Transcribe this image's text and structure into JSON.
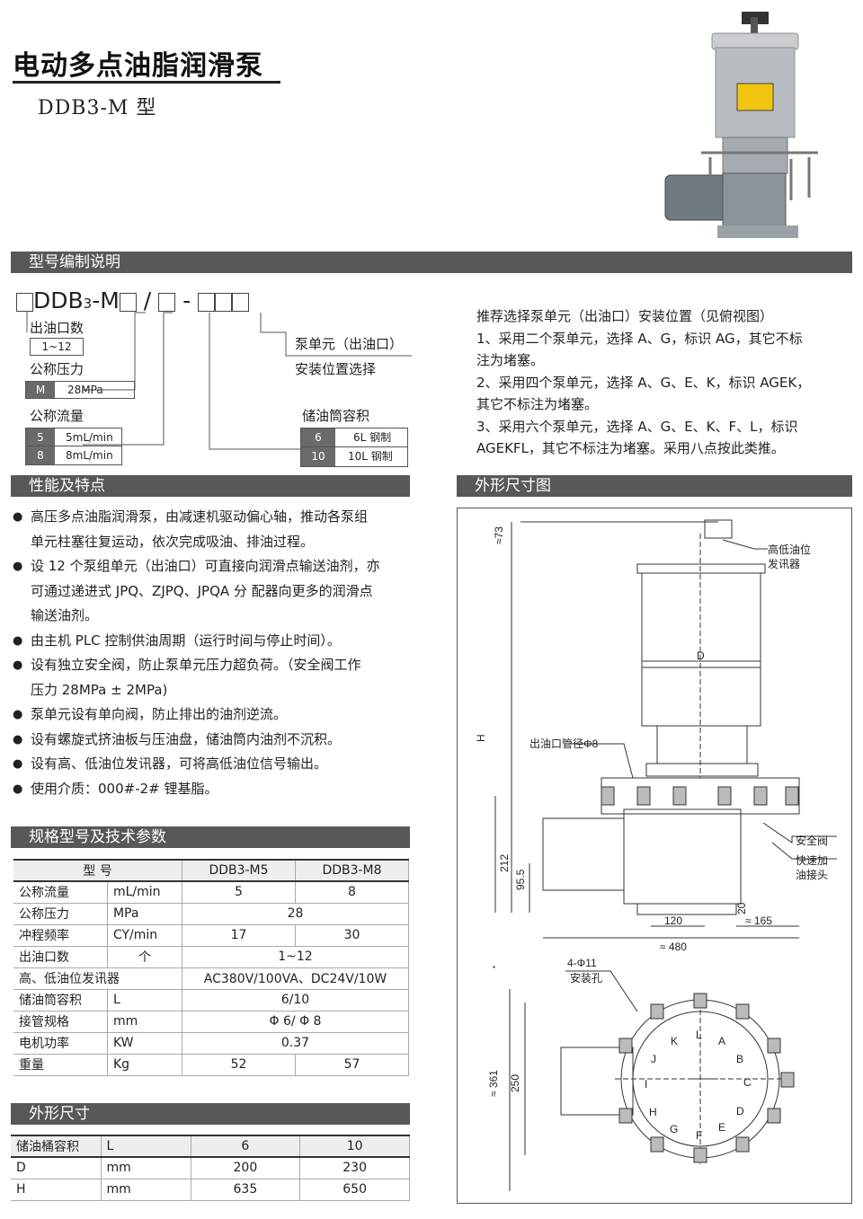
{
  "header": {
    "title": "电动多点油脂润滑泵",
    "model": "DDB3-M 型"
  },
  "sections": {
    "model_coding": "型号编制说明",
    "features": "性能及特点",
    "dimension_drawing": "外形尺寸图",
    "spec_table": "规格型号及技术参数",
    "outline": "外形尺寸"
  },
  "coding": {
    "code_prefix": "DDB",
    "code_sub": "3",
    "code_m": "-M",
    "slash": "/",
    "dash": "-",
    "outlets_label": "出油口数",
    "outlets_value": "1~12",
    "pressure_label": "公称压力",
    "pressure_code": "M",
    "pressure_value": "28MPa",
    "flow_label": "公称流量",
    "flow_rows": [
      {
        "code": "5",
        "value": "5mL/min"
      },
      {
        "code": "8",
        "value": "8mL/min"
      }
    ],
    "unit_label": "泵单元（出油口）",
    "position_label": "安装位置选择",
    "reservoir_label": "储油筒容积",
    "reservoir_rows": [
      {
        "code": "6",
        "value": "6L 钢制"
      },
      {
        "code": "10",
        "value": "10L 钢制"
      }
    ]
  },
  "recommend": {
    "heading": "推荐选择泵单元（出油口）安装位置（见俯视图）",
    "lines": [
      "1、采用二个泵单元，选择 A、G，标识 AG，其它不标",
      "注为堵塞。",
      "2、采用四个泵单元，选择 A、G、E、K，标识 AGEK，",
      "其它不标注为堵塞。",
      "3、采用六个泵单元，选择 A、G、E、K、F、L，标识",
      "AGEKFL，其它不标注为堵塞。采用八点按此类推。"
    ]
  },
  "features": [
    [
      "高压多点油脂润滑泵，由减速机驱动偏心轴，推动各泵组",
      "单元柱塞往复运动，依次完成吸油、排油过程。"
    ],
    [
      "设 12 个泵组单元（出油口）可直接向润滑点输送油剂，亦",
      "可通过递进式 JPQ、ZJPQ、JPQA 分 配器向更多的润滑点",
      "输送油剂。"
    ],
    [
      "由主机 PLC 控制供油周期（运行时间与停止时间）。"
    ],
    [
      "设有独立安全阀，防止泵单元压力超负荷。（安全阀工作",
      "压力 28MPa ± 2MPa)"
    ],
    [
      "泵单元设有单向阀，防止排出的油剂逆流。"
    ],
    [
      "设有螺旋式挤油板与压油盘，储油筒内油剂不沉积。"
    ],
    [
      "设有高、低油位发讯器，可将高低油位信号输出。"
    ],
    [
      "使用介质：000#-2# 锂基脂。"
    ]
  ],
  "spec": {
    "headers": [
      "型  号",
      "DDB3-M5",
      "DDB3-M8"
    ],
    "rows": [
      {
        "name": "公称流量",
        "unit": "mL/min",
        "v1": "5",
        "v2": "8"
      },
      {
        "name": "公称压力",
        "unit": "MPa",
        "span": "28"
      },
      {
        "name": "冲程频率",
        "unit": "CY/min",
        "v1": "17",
        "v2": "30"
      },
      {
        "name": "出油口数",
        "unit": "个",
        "span": "1~12"
      },
      {
        "name": "高、低油位发讯器",
        "unit": "",
        "span": "AC380V/100VA、DC24V/10W"
      },
      {
        "name": "储油筒容积",
        "unit": "L",
        "span": "6/10"
      },
      {
        "name": "接管规格",
        "unit": "mm",
        "span": "Φ 6/ Φ 8"
      },
      {
        "name": "电机功率",
        "unit": "KW",
        "span": "0.37"
      },
      {
        "name": "重量",
        "unit": "Kg",
        "v1": "52",
        "v2": "57"
      }
    ]
  },
  "outline": {
    "headers": [
      "储油桶容积",
      "L",
      "6",
      "10"
    ],
    "rows": [
      {
        "name": "D",
        "unit": "mm",
        "v1": "200",
        "v2": "230"
      },
      {
        "name": "H",
        "unit": "mm",
        "v1": "635",
        "v2": "650"
      }
    ]
  },
  "drawing": {
    "dim_73": "≈73",
    "label_level": [
      "高低油位",
      "发讯器"
    ],
    "dim_D": "D",
    "dim_H": "H",
    "outlet_pipe": "出油口管径Φ8",
    "safety_valve": "安全阀",
    "quick_fill": [
      "快速加",
      "油接头"
    ],
    "dim_212": "212",
    "dim_95": "95.5",
    "dim_20": "20",
    "dim_120": "120",
    "dim_165": "≈ 165",
    "dim_480": "≈ 480",
    "mount_holes": [
      "4-Φ11",
      "安装孔"
    ],
    "dim_361": "≈ 361",
    "dim_250": "250",
    "outlet_letters": [
      "L",
      "A",
      "B",
      "C",
      "D",
      "E",
      "F",
      "G",
      "H",
      "I",
      "J",
      "K"
    ]
  }
}
